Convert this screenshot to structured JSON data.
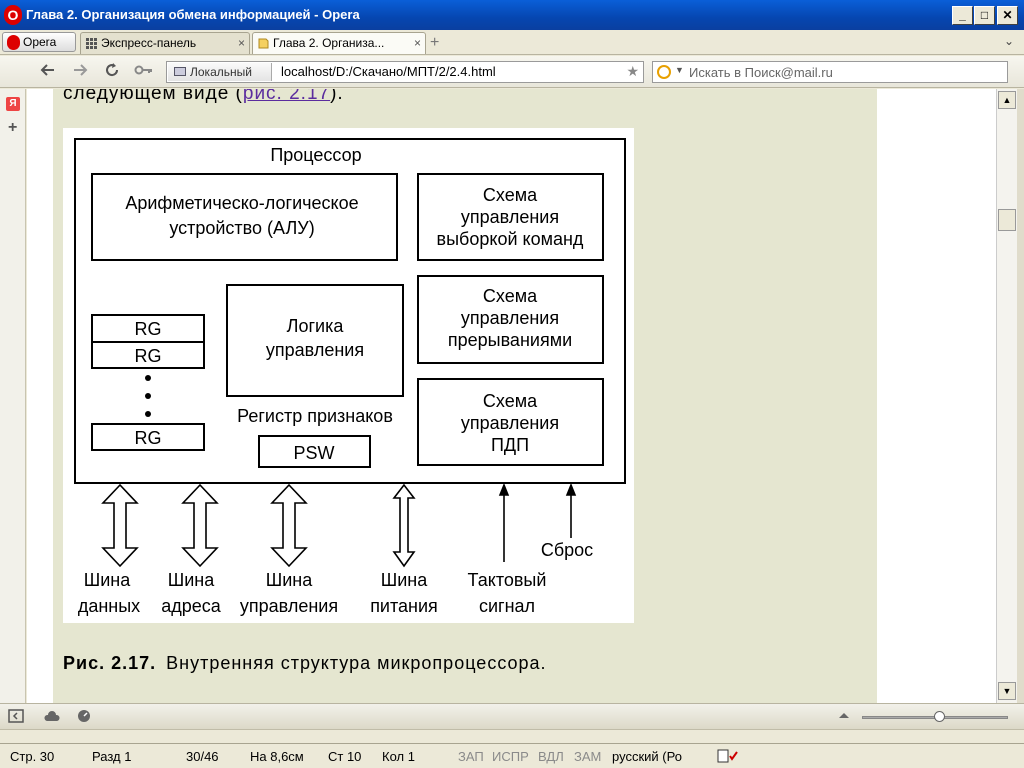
{
  "window": {
    "title": "Глава 2. Организация обмена информацией - Opera",
    "app_icon_letter": "O",
    "minimize": "_",
    "maximize": "□",
    "close": "✕"
  },
  "tabs": {
    "opera_label": "Opera",
    "items": [
      {
        "label": "Экспресс-панель",
        "close": "×"
      },
      {
        "label": "Глава 2. Организа...",
        "close": "×"
      }
    ],
    "new_tab": "+",
    "menu": "⌄"
  },
  "address_bar": {
    "badge": "Локальный",
    "url": "localhost/D:/Скачано/МПТ/2/2.4.html",
    "search_placeholder": "Искать в Поиск@mail.ru"
  },
  "icons": {
    "back": "back-arrow-icon",
    "forward": "forward-arrow-icon",
    "reload": "reload-icon",
    "key": "key-icon",
    "bookmark": "star-icon",
    "search_engine": "mail-search-icon"
  },
  "left_panel": {
    "yandex": "Я",
    "add": "+"
  },
  "document": {
    "intro_text": "следующем виде (",
    "intro_link": "рис. 2.17",
    "intro_end": ").",
    "caption_bold": "Рис. 2.17.",
    "caption_text": "Внутренняя структура микропроцессора."
  },
  "diagram": {
    "processor": "Процессор",
    "alu_line1": "Арифметическо-логическое",
    "alu_line2": "устройство (АЛУ)",
    "fetch_line1": "Схема",
    "fetch_line2": "управления",
    "fetch_line3": "выборкой команд",
    "interrupt_line1": "Схема",
    "interrupt_line2": "управления",
    "interrupt_line3": "прерываниями",
    "dma_line1": "Схема",
    "dma_line2": "управления",
    "dma_line3": "ПДП",
    "logic_line1": "Логика",
    "logic_line2": "управления",
    "flags_label": "Регистр признаков",
    "psw": "PSW",
    "rg1": "RG",
    "rg2": "RG",
    "rg3": "RG",
    "bus_data_1": "Шина",
    "bus_data_2": "данных",
    "bus_addr_1": "Шина",
    "bus_addr_2": "адреса",
    "bus_ctrl_1": "Шина",
    "bus_ctrl_2": "управления",
    "bus_power_1": "Шина",
    "bus_power_2": "питания",
    "clock_1": "Тактовый",
    "clock_2": "сигнал",
    "reset": "Сброс"
  },
  "scrollbar": {
    "up": "▲",
    "down": "▼"
  },
  "status": {
    "page": "Стр. 30",
    "section": "Разд 1",
    "pages": "30/46",
    "position": "На 8,6см",
    "line": "Ст 10",
    "column": "Кол 1",
    "rec": "ЗАП",
    "track": "ИСПР",
    "ext": "ВДЛ",
    "ovr": "ЗАМ",
    "language": "русский (Ро"
  },
  "colors": {
    "titlebar": "#0646b0",
    "doc_background": "#e5e6d0",
    "link": "#5b2c9e"
  }
}
